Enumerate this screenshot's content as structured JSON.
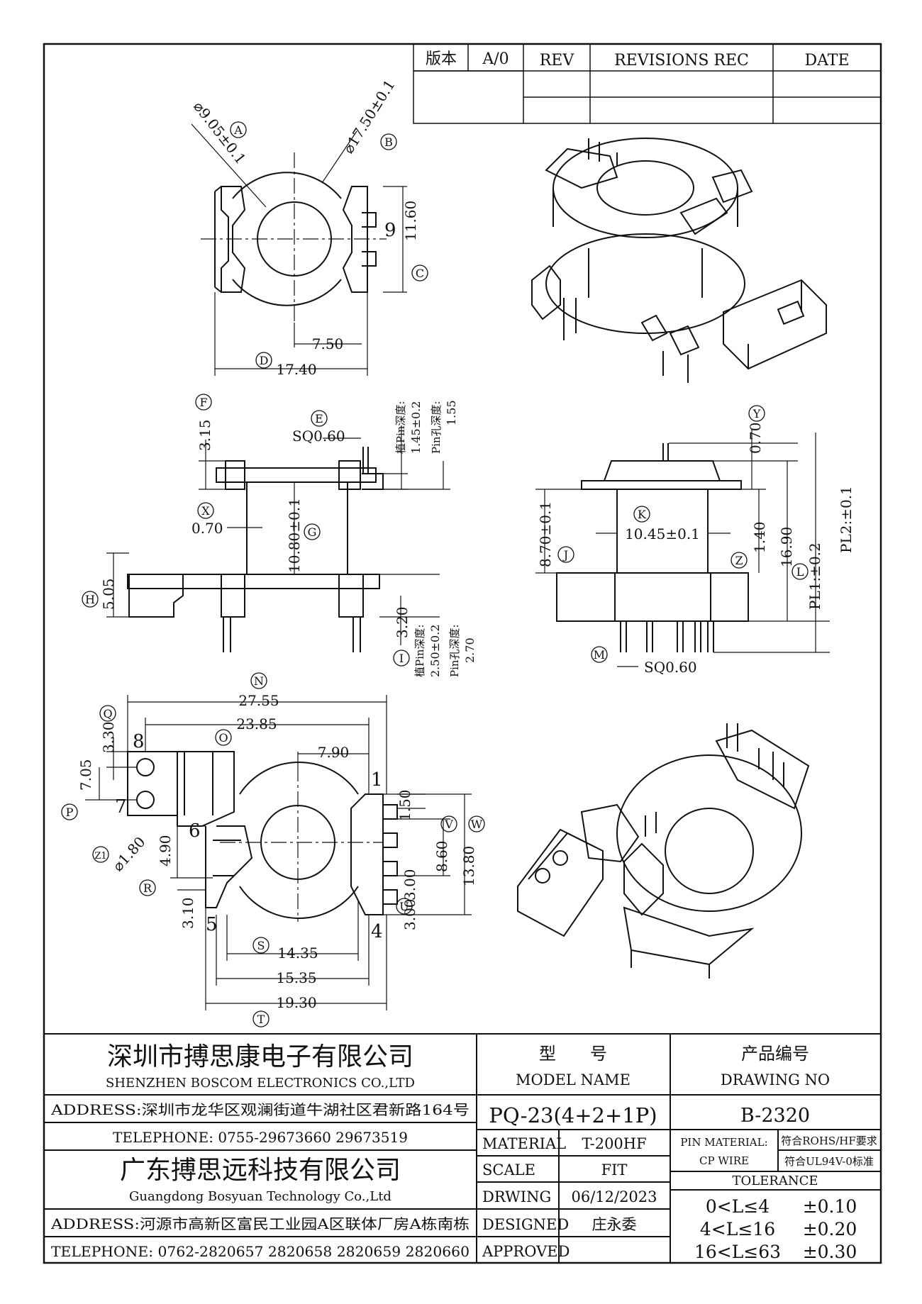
{
  "revision_block": {
    "version_label": "版本",
    "version_value": "A/0",
    "rev_header": "REV",
    "revisions_header": "REVISIONS REC",
    "date_header": "DATE"
  },
  "top_view": {
    "label_a": "A",
    "dim_a": "⌀9.05±0.1",
    "label_b": "B",
    "dim_b": "⌀17.50±0.1",
    "label_c": "C",
    "dim_c": "11.60",
    "label_d": "D",
    "dim_d": "17.40",
    "dim_7_50": "7.50",
    "num_9": "9"
  },
  "front_view": {
    "label_f": "F",
    "dim_f": "3.15",
    "label_e": "E",
    "dim_e": "SQ0.60",
    "plant_pin_depth_1": "植Pin深度:",
    "plant_pin_depth_1_val": "1.45±0.2",
    "pin_hole_depth_1": "Pin孔深度:",
    "pin_hole_depth_1_val": "1.55",
    "label_x": "X",
    "dim_x": "0.70",
    "label_g": "G",
    "dim_g": "10.80±0.1",
    "label_h": "H",
    "dim_h": "5.05",
    "label_i": "I",
    "dim_i": "3.20",
    "plant_pin_depth_2": "植Pin深度:",
    "plant_pin_depth_2_val": "2.50±0.2",
    "pin_hole_depth_2": "Pin孔深度:",
    "pin_hole_depth_2_val": "2.70"
  },
  "side_view": {
    "label_y": "Y",
    "dim_y": "0.70",
    "label_k": "K",
    "dim_k": "10.45±0.1",
    "label_j": "J",
    "dim_j": "8.70±0.1",
    "label_z": "Z",
    "dim_z": "1.40",
    "dim_16_90": "16.90",
    "label_l": "L",
    "dim_pl1": "PL1:±0.2",
    "dim_pl2": "PL2:±0.1",
    "label_m": "M",
    "dim_m": "SQ0.60"
  },
  "bottom_view": {
    "label_n": "N",
    "dim_n": "27.55",
    "label_o": "O",
    "dim_o": "23.85",
    "label_q": "Q",
    "dim_q": "3.30",
    "dim_7_90": "7.90",
    "pin_8": "8",
    "pin_7": "7",
    "pin_6": "6",
    "pin_5": "5",
    "pin_1": "1",
    "pin_4": "4",
    "dim_7_05": "7.05",
    "label_p": "P",
    "label_z1": "Z1",
    "dim_z1": "⌀1.80",
    "dim_4_90": "4.90",
    "label_r": "R",
    "dim_3_10": "3.10",
    "dim_1_50": "1.50",
    "label_v": "V",
    "dim_8_60": "8.60",
    "label_w": "W",
    "dim_13_80": "13.80",
    "dim_3_00a": "3.00",
    "dim_3_00b": "3.00",
    "label_u": "U",
    "label_s": "S",
    "dim_14_35": "14.35",
    "dim_15_35": "15.35",
    "label_t": "T",
    "dim_19_30": "19.30"
  },
  "title_block": {
    "company1_cn": "深圳市搏思康电子有限公司",
    "company1_en": "SHENZHEN BOSCOM ELECTRONICS CO.,LTD",
    "address1": "ADDRESS:深圳市龙华区观澜街道牛湖社区君新路164号",
    "telephone1": "TELEPHONE: 0755-29673660 29673519",
    "company2_cn": "广东搏思远科技有限公司",
    "company2_en": "Guangdong Bosyuan Technology Co.,Ltd",
    "address2": "ADDRESS:河源市高新区富民工业园A区联体厂房A栋南栋",
    "telephone2": "TELEPHONE: 0762-2820657 2820658 2820659 2820660",
    "model_cn": "型　　号",
    "model_en": "MODEL NAME",
    "model_value": "PQ-23(4+2+1P)",
    "drawing_cn": "产品编号",
    "drawing_en": "DRAWING NO",
    "drawing_value": "B-2320",
    "material_label": "MATERIAL",
    "material_value": "T-200HF",
    "scale_label": "SCALE",
    "scale_value": "FIT",
    "drwing_label": "DRWING",
    "drwing_value": "06/12/2023",
    "designed_label": "DESIGNED",
    "designed_value": "庄永委",
    "approved_label": "APPROVED",
    "approved_value": "",
    "pin_material_label": "PIN MATERIAL:",
    "pin_material_value": "CP WIRE",
    "rohs": "符合ROHS/HF要求",
    "ul": "符合UL94V-0标准",
    "tolerance_header": "TOLERANCE",
    "tol1_range": "0<L≤4",
    "tol1_value": "±0.10",
    "tol2_range": "4<L≤16",
    "tol2_value": "±0.20",
    "tol3_range": "16<L≤63",
    "tol3_value": "±0.30"
  }
}
